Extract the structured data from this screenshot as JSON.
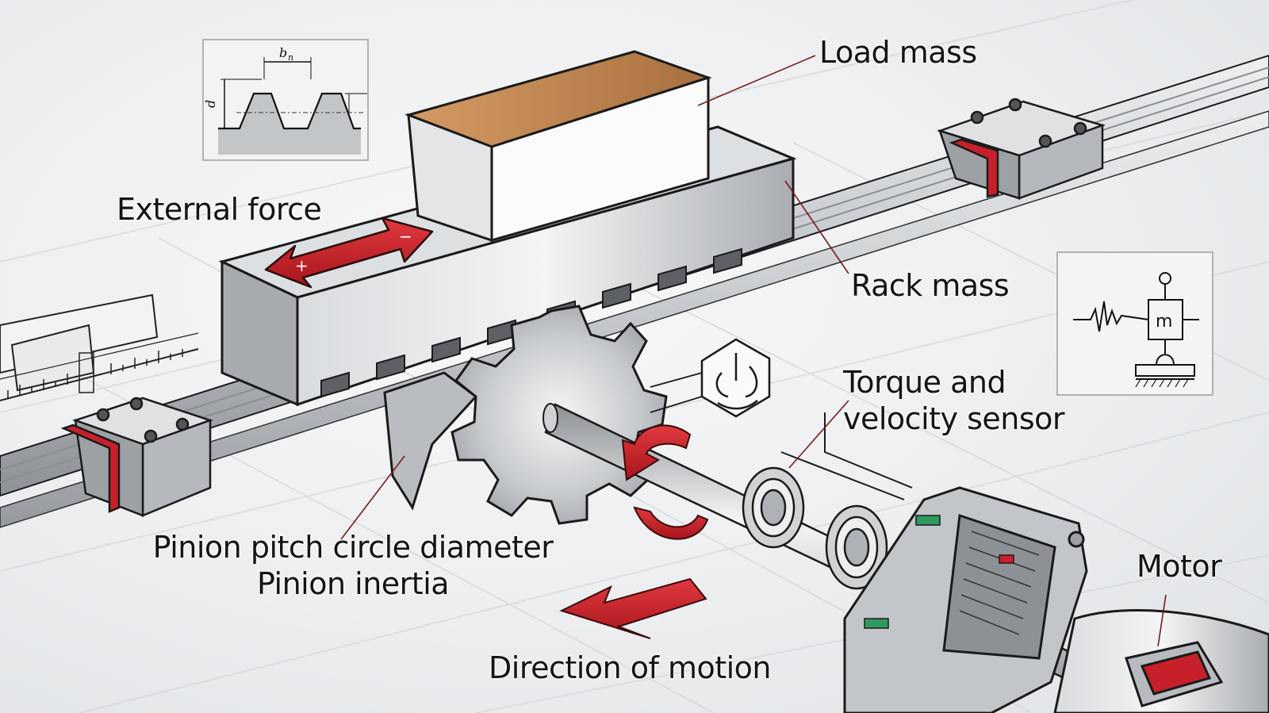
{
  "figure": {
    "title": "Rack and pinion drive system",
    "labels": {
      "load_mass": "Load mass",
      "external_force": "External force",
      "rack_mass": "Rack mass",
      "torque_sensor_line1": "Torque and",
      "torque_sensor_line2": "velocity sensor",
      "pinion_line1": "Pinion pitch circle diameter",
      "pinion_line2": "Pinion inertia",
      "motor": "Motor",
      "direction": "Direction of motion"
    },
    "force_arrow": {
      "positive_sign": "+",
      "negative_sign": "−"
    },
    "tooth_profile_inset": {
      "width_symbol": "b",
      "width_subscript": "n",
      "depth_symbol": "d"
    },
    "mass_spring_inset": {
      "mass_symbol": "m"
    },
    "colors": {
      "accent_red": "#c8202a",
      "leader_line": "#7a1a1a",
      "steel_light": "#e4e6e8",
      "steel_mid": "#b9bdc1",
      "steel_dark": "#7d8186",
      "wood": "#c98b52",
      "seal_green": "#2f9a5e",
      "outline": "#1a1a1a"
    },
    "icons": [
      "rotation-sensor-icon",
      "force-arrow-icon",
      "rotation-arrow-icon",
      "direction-arrow-icon"
    ]
  }
}
